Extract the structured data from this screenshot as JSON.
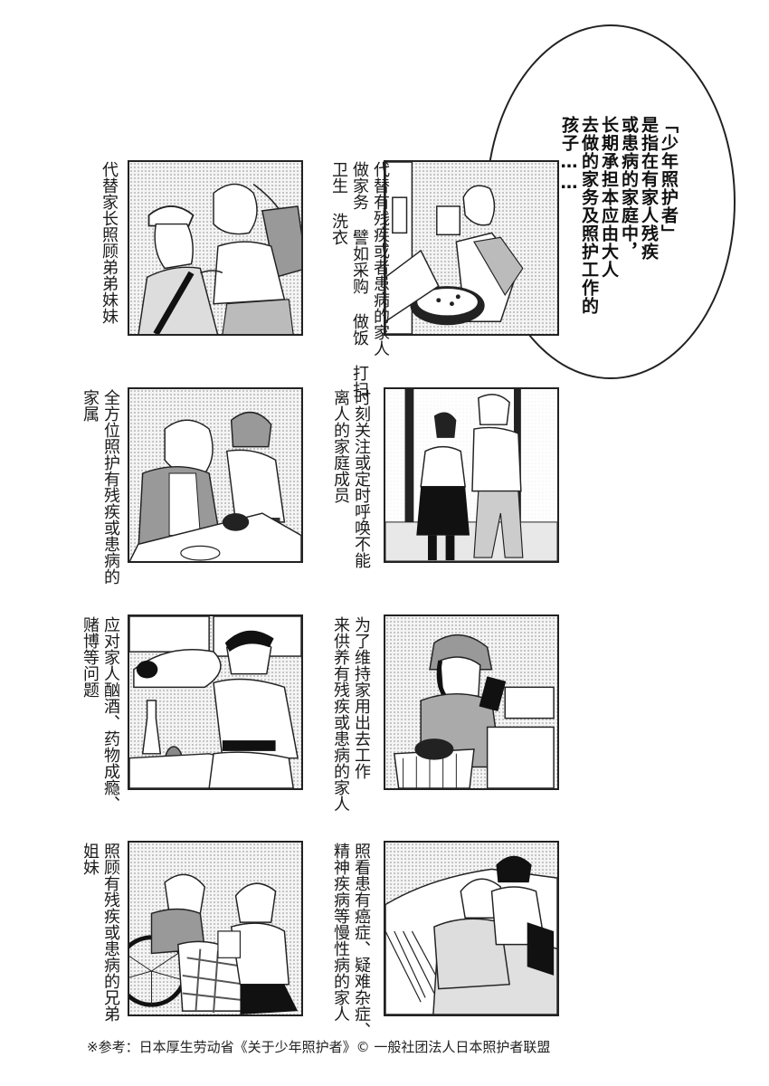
{
  "intro_bubble": {
    "lines": [
      "「少年照护者」",
      "是指在有家人残疾",
      "或患病的家庭中，",
      "长期承担本应由大人",
      "去做的家务及照护工作的",
      "孩子……"
    ]
  },
  "panels": [
    {
      "id": "housework",
      "scene": "girl cooking in kitchen with frying pan",
      "caption_lines": [
        "代替有残疾或者患病的家人",
        "做家务 譬如采购 做饭 打扫",
        "卫生 洗衣"
      ]
    },
    {
      "id": "siblings",
      "scene": "older sister with backpack fixing younger brother's collar",
      "caption_lines": [
        "代替家长照顾弟弟妹妹"
      ]
    },
    {
      "id": "watch-over",
      "scene": "schoolgirl supporting elderly relative walking",
      "caption_lines": [
        "时刻关注或定时呼唤不能",
        "离人的家庭成员"
      ]
    },
    {
      "id": "full-care",
      "scene": "child spoon-feeding an elderly person at table",
      "caption_lines": [
        "全方位照护有残疾或患病的",
        "家属"
      ]
    },
    {
      "id": "work",
      "scene": "girl in headscarf working at cash register",
      "caption_lines": [
        "为了维持家用出去工作",
        "来供养有残疾或患病的家人"
      ]
    },
    {
      "id": "addiction",
      "scene": "boy cleaning up bottles near sleeping adult",
      "caption_lines": [
        "应对家人酗酒、药物成瘾、",
        "赌博等问题"
      ]
    },
    {
      "id": "chronic-illness",
      "scene": "girl helping patient sit up in hospital bed",
      "caption_lines": [
        "照看患有癌症、疑难杂症、",
        "精神疾病等慢性病的家人"
      ]
    },
    {
      "id": "disabled-sibling",
      "scene": "child helping sibling in wheelchair",
      "caption_lines": [
        "照顾有残疾或患病的兄弟",
        "姐妹"
      ]
    }
  ],
  "footnote": "※参考：日本厚生劳动省《关于少年照护者》© 一般社团法人日本照护者联盟"
}
